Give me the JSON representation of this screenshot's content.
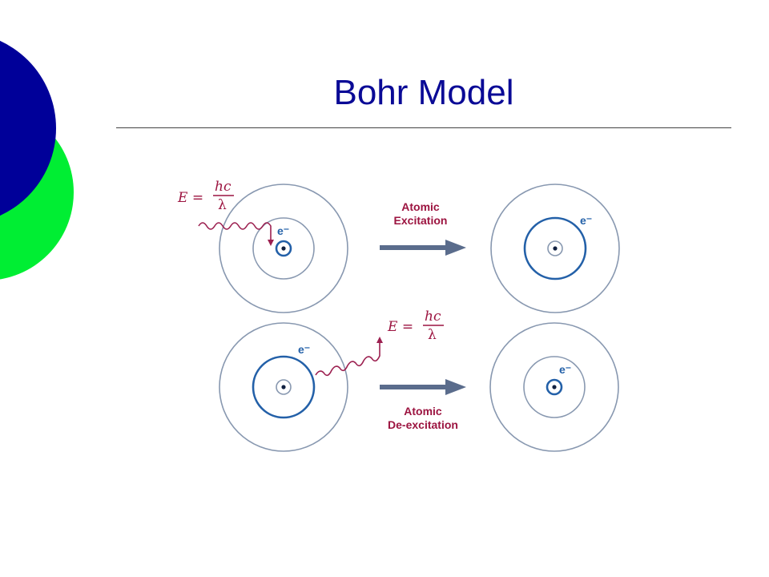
{
  "slide": {
    "title": "Bohr Model",
    "colors": {
      "title": "#0A0A96",
      "rule": "#444444",
      "deco_blue": "#000099",
      "deco_green": "#00EE33",
      "orbit": "#8898B0",
      "orbit_active": "#2360A8",
      "photon": "#9C2050",
      "arrow": "#5A6C8C",
      "label": "#9C1440"
    }
  },
  "diagram": {
    "excitation_label_line1": "Atomic",
    "excitation_label_line2": "Excitation",
    "deexcitation_label_line1": "Atomic",
    "deexcitation_label_line2": "De-excitation",
    "electron_label": "e⁻",
    "energy_eq_lhs": "E =",
    "energy_eq_num": "hc",
    "energy_eq_den": "λ"
  }
}
